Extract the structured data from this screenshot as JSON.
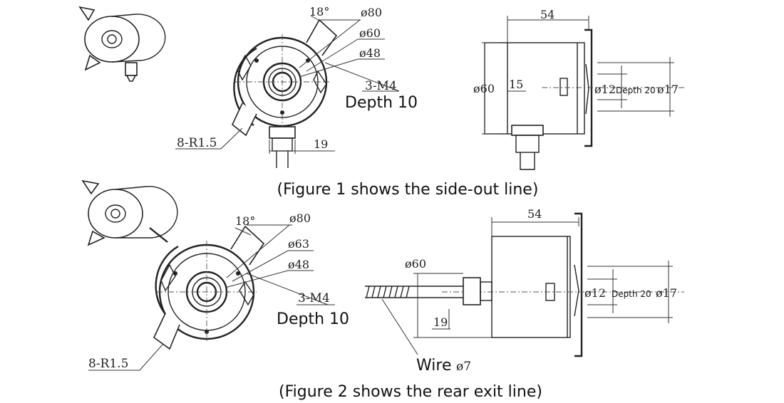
{
  "figure1": {
    "caption": "(Figure 1 shows the side-out line)",
    "front": {
      "angle": "18°",
      "dia_outer": "ø80",
      "dia_mid": "ø60",
      "dia_inner": "ø48",
      "thread": "3-M4",
      "depth": "Depth 10",
      "radius": "8-R1.5",
      "cable_dim": "19"
    },
    "side": {
      "length": "54",
      "dia_body": "ø60",
      "offset": "15",
      "dia_shaft": "ø12",
      "depth": "Depth 20",
      "dia_bore": "ø17"
    }
  },
  "figure2": {
    "caption": "(Figure 2 shows the rear exit line)",
    "front": {
      "angle": "18°",
      "dia_outer": "ø80",
      "dia_mid": "ø63",
      "dia_inner": "ø48",
      "thread": "3-M4",
      "depth": "Depth 10",
      "radius": "8-R1.5"
    },
    "side": {
      "length": "54",
      "dia_body": "ø60",
      "cable_dim": "19",
      "dia_shaft": "ø12",
      "depth": "Depth 20",
      "dia_bore": "ø17",
      "wire": "Wire",
      "wire_dia": "ø7"
    }
  }
}
